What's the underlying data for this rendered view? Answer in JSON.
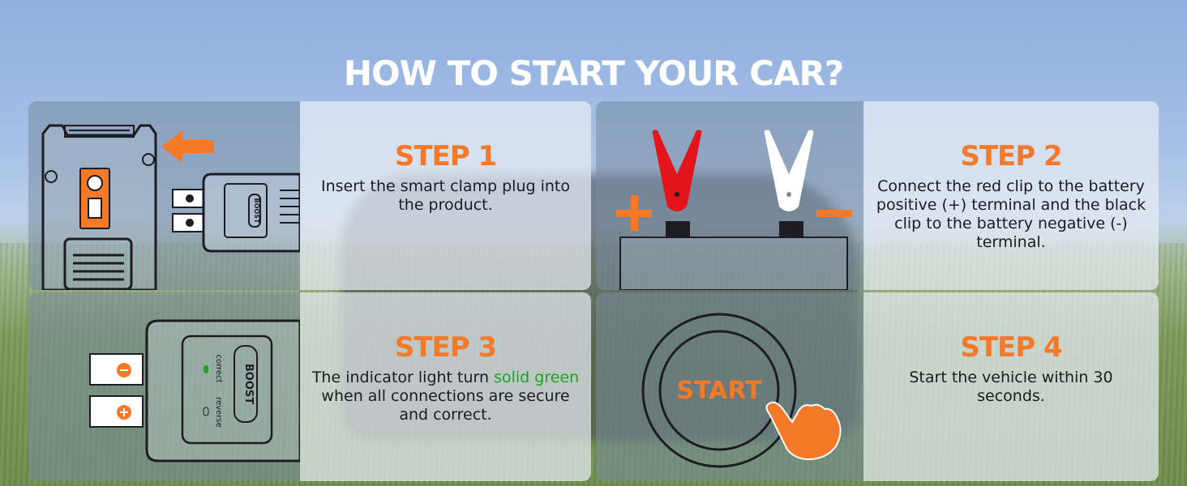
{
  "title": "HOW TO START YOUR CAR?",
  "steps": [
    {
      "title": "STEP 1",
      "desc": "Insert the smart clamp plug into the product."
    },
    {
      "title": "STEP 2",
      "desc": "Connect the red clip to the battery positive (+) terminal and the black clip to the battery negative (-) terminal."
    },
    {
      "title": "STEP 3",
      "desc_before": "The indicator light turn ",
      "desc_green": "solid green",
      "desc_after": " when all connections are secure and correct."
    },
    {
      "title": "STEP 4",
      "desc": "Start the vehicle within 30 seconds."
    }
  ],
  "illustrations": {
    "boost_label": "BOOST",
    "correct_label": "correct",
    "reverse_label": "reverse",
    "plus_sign": "+",
    "minus_sign": "−",
    "start_label": "START"
  },
  "colors": {
    "accent": "#f47a2a",
    "red_clip": "#e3141b",
    "green_text": "#1ea21e",
    "title_text": "#ffffff"
  },
  "icons": [
    "arrow-left-icon",
    "red-clamp-icon",
    "white-clamp-icon",
    "plus-icon",
    "minus-icon",
    "hand-pointer-icon"
  ]
}
